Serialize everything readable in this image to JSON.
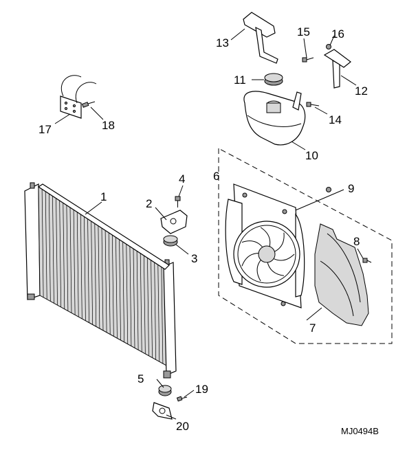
{
  "diagram": {
    "reference_code": "MJ0494B",
    "callouts": {
      "radiator": "1",
      "bracket": "2",
      "mount_rubber_upper": "3",
      "bolt_upper": "4",
      "mount_rubber_lower": "5",
      "fan_assembly": "6",
      "fan_cowl": "7",
      "screw_cowl": "8",
      "nut_fan": "9",
      "expansion_tank": "10",
      "filler_cap": "11",
      "tank_bracket_right": "12",
      "tank_bracket_left": "13",
      "bolt_tank": "14",
      "screw_bracket": "15",
      "nut_bracket": "16",
      "hose_clip_bracket": "17",
      "screw_clip": "18",
      "bolt_lower": "19",
      "lower_bracket": "20"
    }
  }
}
